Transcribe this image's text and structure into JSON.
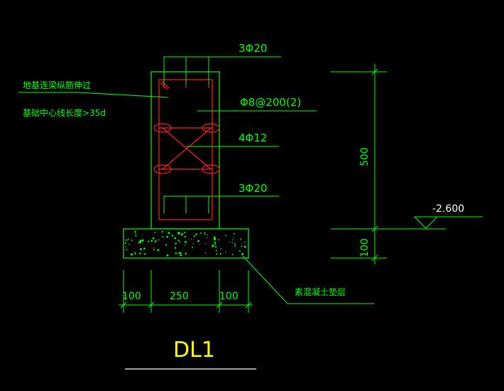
{
  "drawing": {
    "title": "DL1",
    "note_line1": "地基连梁纵筋伸过",
    "note_line2": "基础中心线长度>35d",
    "top_rebar": "3Φ20",
    "stirrup": "Φ8@200(2)",
    "waist_rebar": "4Φ12",
    "bottom_rebar": "3Φ20",
    "bedding_label": "素混凝土垫层",
    "dim_height": "500",
    "dim_bedding": "100",
    "dim_left": "100",
    "dim_width": "250",
    "dim_right": "100",
    "elevation": "-2.600"
  },
  "colors": {
    "background": "#000000",
    "outline": "#00ff00",
    "rebar": "#ff2020",
    "leader": "#00ff00",
    "text": "#00ff00",
    "title": "#ffff00",
    "concrete_dots": "#00ff00"
  }
}
